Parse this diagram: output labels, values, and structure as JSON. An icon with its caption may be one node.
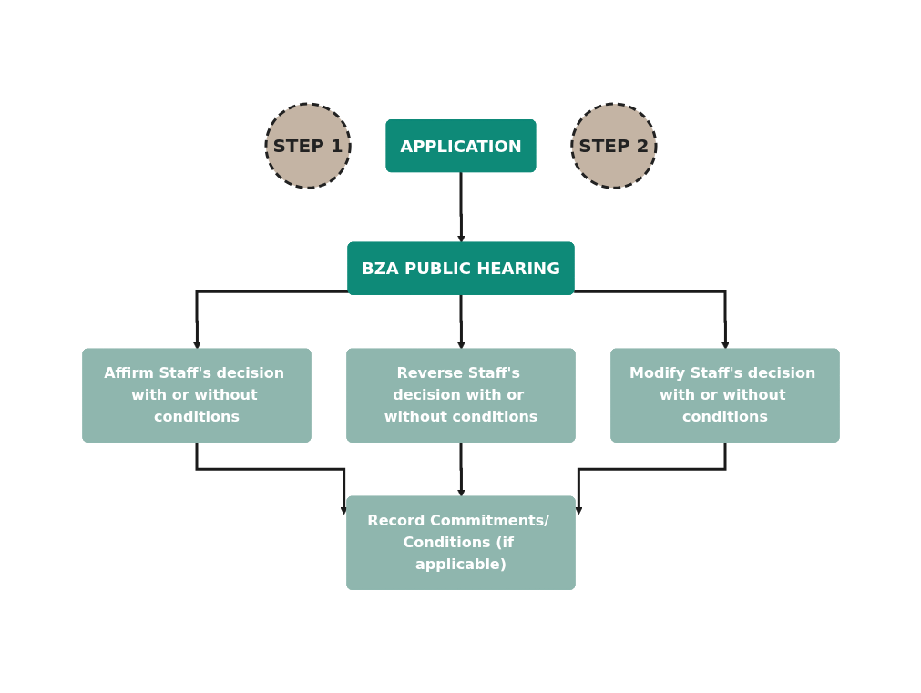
{
  "diagram": {
    "nodes": [
      {
        "text": [
          "STEP 1"
        ]
      },
      {
        "text": [
          "APPLICATION"
        ]
      },
      {
        "text": [
          "STEP 2"
        ]
      },
      {
        "text": [
          "BZA PUBLIC HEARING"
        ]
      },
      {
        "text": [
          "Affirm Staff's decision with or without conditions"
        ]
      },
      {
        "text": [
          "Reverse Staff's decision with or without conditions"
        ]
      },
      {
        "text": [
          "Modify Staff's decision with or without conditions"
        ]
      },
      {
        "text": [
          "Record Commitments/ Conditions (if applicable)"
        ]
      }
    ],
    "edges": [
      {
        "from": 1,
        "to": 3,
        "arrow": "to"
      },
      {
        "from": 3,
        "to": 4,
        "arrow": "to"
      },
      {
        "from": 3,
        "to": 5,
        "arrow": "to"
      },
      {
        "from": 3,
        "to": 6,
        "arrow": "to"
      },
      {
        "from": 4,
        "to": 7,
        "arrow": "to"
      },
      {
        "from": 5,
        "to": 7,
        "arrow": "to"
      },
      {
        "from": 6,
        "to": 7,
        "arrow": "to"
      }
    ]
  }
}
